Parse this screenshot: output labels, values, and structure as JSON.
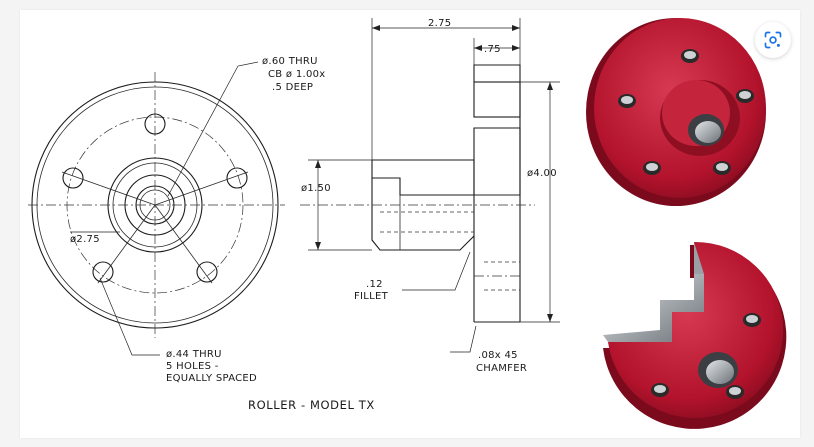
{
  "diagram": {
    "title": "ROLLER - MODEL TX",
    "dimensions": {
      "overall_length": "2.75",
      "flange_thickness": ".75",
      "outer_diameter": "ø4.00",
      "hub_diameter": "ø1.50",
      "bolt_circle": "ø2.75"
    },
    "notes": {
      "thru_hole_line1": "ø.60 THRU",
      "thru_hole_line2": "CB ø 1.00x",
      "thru_hole_line3": ".5 DEEP",
      "bolt_holes_line1": "ø.44 THRU",
      "bolt_holes_line2": "5 HOLES -",
      "bolt_holes_line3": "EQUALLY SPACED",
      "fillet_line1": ".12",
      "fillet_line2": "FILLET",
      "chamfer_line1": ".08x 45",
      "chamfer_line2": "CHAMFER"
    }
  },
  "colors": {
    "part_red": "#b3132c",
    "part_dark": "#7a0a1c",
    "part_light": "#d63a52",
    "steel": "#b8bcc0",
    "lens_accent": "#1a73e8"
  },
  "toolbar": {
    "lens_icon": "google-lens-icon"
  }
}
